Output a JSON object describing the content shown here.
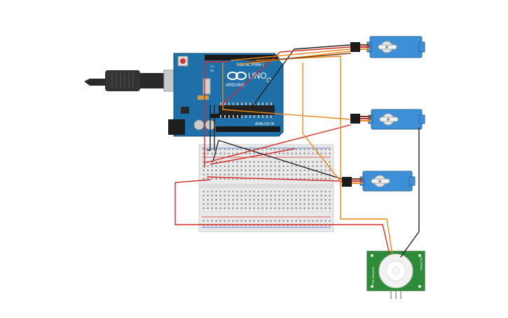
{
  "arduino": {
    "brand": "ARDUINO",
    "model": "UNO",
    "digital_label": "DIGITAL (PWM~)",
    "analog_label": "ANALOG IN",
    "tx_label": "TX",
    "rx_label": "RX"
  },
  "servos": [
    {
      "id": "servo-1"
    },
    {
      "id": "servo-2"
    },
    {
      "id": "servo-3"
    }
  ],
  "pir": {
    "left_text": "PIR SENSOR",
    "right_text": "HC-SR501"
  },
  "colors": {
    "wire_red": "#d32b2b",
    "wire_orange": "#e88a1a",
    "wire_black": "#222222",
    "wire_brown": "#7a3b1a",
    "board_blue": "#1f6fa8",
    "servo_blue": "#3d8fd6",
    "pir_green": "#2e8b3a"
  }
}
